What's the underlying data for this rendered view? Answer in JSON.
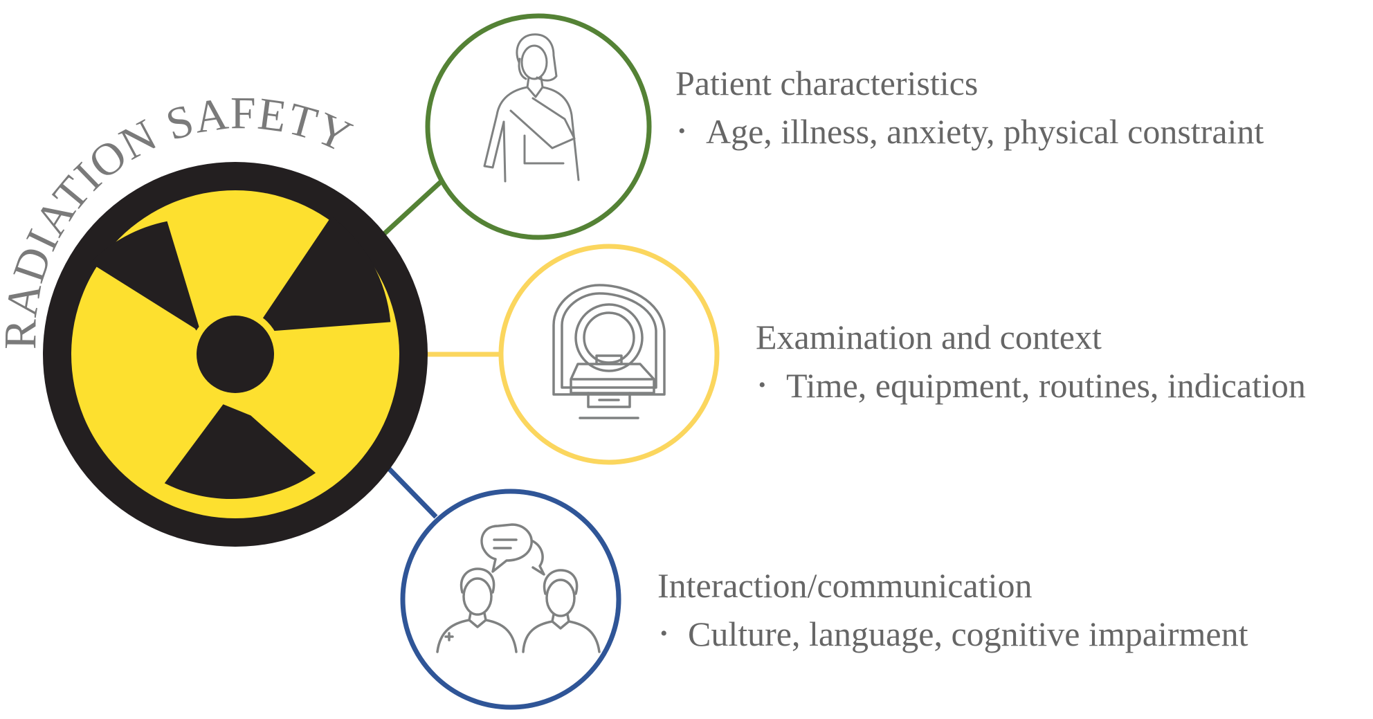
{
  "title": "RADIATION SAFETY",
  "colors": {
    "symbol_yellow": "#fde02f",
    "symbol_black": "#231f20",
    "patient_ring": "#548235",
    "exam_ring": "#fbd65e",
    "interaction_ring": "#2f5597",
    "icon_gray": "#7f8181",
    "text_gray": "#666666"
  },
  "factors": [
    {
      "id": "patient",
      "icon": "patient-arm-sling-icon",
      "title": "Patient characteristics",
      "detail": "Age, illness, anxiety, physical constraint"
    },
    {
      "id": "exam",
      "icon": "ct-scanner-icon",
      "title": "Examination and context",
      "detail": "Time, equipment, routines, indication"
    },
    {
      "id": "interaction",
      "icon": "communication-people-icon",
      "title": "Interaction/communication",
      "detail": "Culture, language, cognitive impairment"
    }
  ]
}
